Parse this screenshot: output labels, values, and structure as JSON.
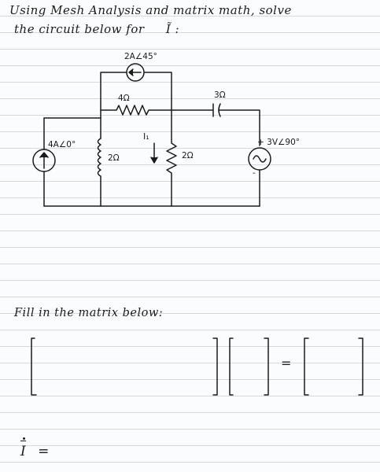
{
  "problem": {
    "line1": "Using Mesh Analysis and matrix math, solve",
    "line2": "the circuit below for",
    "target_symbol": "Ĩ :"
  },
  "circuit": {
    "current_source_top": "2A∠45°",
    "resistor_top": "4Ω",
    "capacitor": "3Ω",
    "current_source_left": "4A∠0°",
    "voltage_source": "3V∠90°",
    "polarity_plus": "+",
    "polarity_minus": "-",
    "inductor": "2Ω",
    "resistor_middle": "2Ω",
    "branch_current": "I₁"
  },
  "matrix_section": {
    "instruction": "Fill in the matrix below:",
    "equals": "="
  },
  "answer": {
    "variable": "I",
    "equals": "="
  }
}
